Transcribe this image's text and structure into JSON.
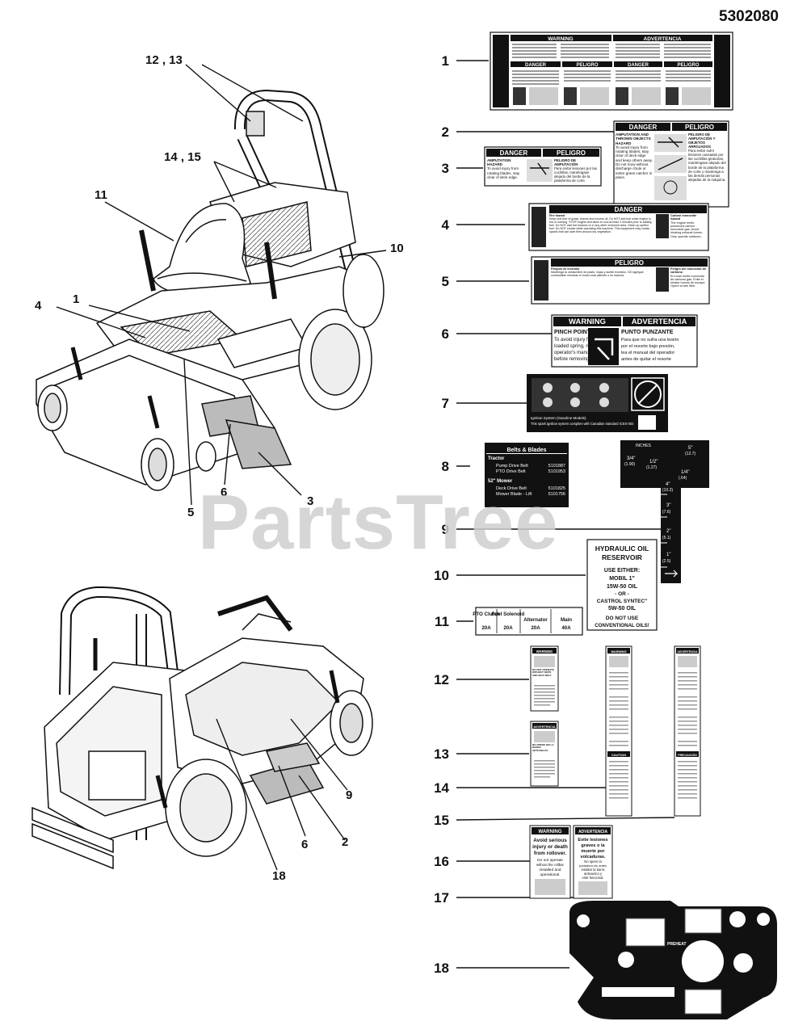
{
  "part_number": "5302080",
  "watermark": "PartsTree",
  "callouts_upper": [
    "12 , 13",
    "14 , 15",
    "11",
    "10",
    "4",
    "1",
    "6",
    "5",
    "3"
  ],
  "callouts_lower": [
    "9",
    "6",
    "2",
    "18"
  ],
  "callouts_right": [
    "1",
    "2",
    "3",
    "4",
    "5",
    "6",
    "7",
    "8",
    "9",
    "10",
    "11",
    "12",
    "13",
    "14",
    "15",
    "16",
    "17",
    "18"
  ],
  "decals": {
    "d1": {
      "warning": "WARNING",
      "advertencia": "ADVERTENCIA",
      "danger": "DANGER",
      "peligro": "PELIGRO"
    },
    "d2": {
      "danger": "DANGER",
      "peligro": "PELIGRO",
      "left_title": "AMPUTATION AND THROWN OBJECTS HAZARD",
      "left_body": "To avoid injury from rotating blades, stay clear of deck edge and keep others away. Do not mow without discharge chute or entire grass catcher in place.",
      "right_title": "PELIGRO DE AMPUTACIÓN Y OBJETOS ARROJADOS",
      "right_body": "Para evitar sufrir lesiones causadas por las cuchillas giratorias, manténgase alejado del borde de la plataforma de corte y mantenga a las demás personas alejadas de la máquina."
    },
    "d3": {
      "danger": "DANGER",
      "peligro": "PELIGRO",
      "left_title": "AMPUTATION HAZARD",
      "left_body": "To avoid injury from rotating blades, stay clear of deck edge.",
      "right_title": "PELIGRO DE AMPUTACIÓN",
      "right_body": "Para evitar lesiones por las cuchillas, manténgase alejado del borde de la plataforma de corte."
    },
    "d4": {
      "header": "DANGER",
      "left_title": "Fire hazard",
      "left_body": "Keep unit free of grass, leaves and excess oil. Do NOT add fuel while engine is hot or running. STOP engine and allow to cool at least 3 minutes prior to adding fuel. Do NOT add fuel indoors or in any other enclosed area. Clean up spilled fuel. Do NOT smoke while operating this machine. This equipment may create sparks that can start fires around dry vegetation.",
      "right_title": "Carbon monoxide hazard",
      "right_body": "The engine emits poisonous carbon monoxide gas. Avoid inhaling exhaust fumes. Only operate outdoors."
    },
    "d5": {
      "header": "PELIGRO",
      "left_title": "Peligros de incendio",
      "left_body": "Mantenga la unidad libre de pasto, hojas y aceite excesivo. NO agregue combustible mientras el motor está caliente o en marcha.",
      "right_title": "Peligro del monóxido de carbono",
      "right_body": "El motor emite monóxido de carbono gas. Evite el inhalar humos de escape. Opere al aire libre."
    },
    "d6": {
      "warning": "WARNING",
      "advertencia": "ADVERTENCIA",
      "left_title": "PINCH POINT",
      "left_body": [
        "To avoid injury from",
        "loaded spring, read",
        "operator's manual",
        "before removing spring."
      ],
      "right_title": "PUNTO PUNZANTE",
      "right_body": [
        "Para que no sufra una lesión",
        "por el resorte bajo presión,",
        "lea el manual del operador",
        "antes de quitar el resorte"
      ]
    },
    "d7": {
      "footer_line1": "Ignition System (Gasoline Models)",
      "footer_line2": "This spark ignition system complies with Canadian standard ICES-002"
    },
    "d8": {
      "title": "Belts & Blades",
      "section1": "Tractor",
      "rows1": [
        [
          "Pump Drive Belt",
          "5101887"
        ],
        [
          "PTO Drive Belt",
          "5101953"
        ]
      ],
      "section2": "52\" Mower",
      "rows2": [
        [
          "Deck Drive Belt",
          "5101825"
        ],
        [
          "Mower Blade - Lift",
          "5101756"
        ]
      ]
    },
    "d9": {
      "unit": "INCHES",
      "marks": [
        "5\"",
        "(12.7)",
        "3/4\"",
        "(1.90)",
        "1/2\"",
        "(1.27)",
        "1/4\"",
        "(.64)",
        "4\"",
        "(10.2)",
        "3\"",
        "(7.6)",
        "2\"",
        "(5.1)",
        "1\"",
        "(2.5)"
      ]
    },
    "d10": {
      "lines": [
        "HYDRAULIC OIL",
        "RESERVOIR",
        "USE EITHER:",
        "MOBIL 1\"",
        "15W-50 OIL",
        "- OR -",
        "CASTROL SYNTEC\"",
        "5W-50 OIL",
        "DO NOT USE",
        "CONVENTIONAL OILS!"
      ]
    },
    "d11": {
      "headers": [
        "PTO\nClutch",
        "Fuel\nSolenoid",
        "Alternator",
        "Main"
      ],
      "values": [
        "20A",
        "20A",
        "20A",
        "40A"
      ]
    },
    "d12": {
      "header": "WARNING",
      "title": "DO NOT OPERATE WITHOUT ROPS AND SEAT BELT"
    },
    "d13": {
      "header": "ADVERTENCIA",
      "title": "NO OPERE SIN LA BARRA ANTIVUELCO"
    },
    "d14": {
      "header": "WARNING",
      "caution": "CAUTION"
    },
    "d15": {
      "header": "ADVERTENCIA",
      "caution": "PRECAUCIÓN"
    },
    "d16": {
      "header": "WARNING",
      "lines": [
        "Avoid serious",
        "injury or death",
        "from rollover.",
        "Do not operate",
        "without the rollbar",
        "installed and",
        "operational."
      ]
    },
    "d17": {
      "header": "ADVERTENCIA",
      "lines": [
        "Evite lesiones",
        "graves o la",
        "muerte por",
        "volcaduras.",
        "No opere la",
        "podadora sin antes",
        "instalar la barra",
        "antivuelco y",
        "esté funcional."
      ]
    },
    "d18": {
      "label": "PREHEAT"
    }
  }
}
